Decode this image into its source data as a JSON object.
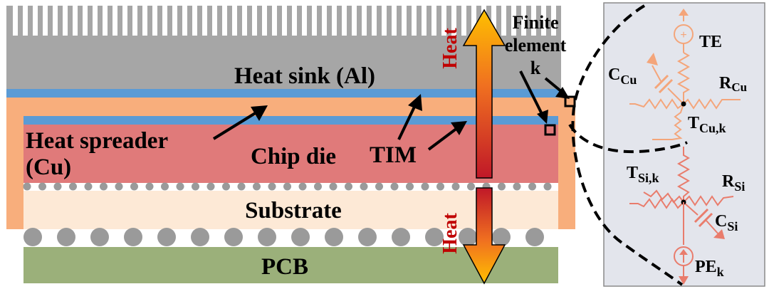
{
  "layers": {
    "heat_sink": "Heat sink (Al)",
    "heat_spreader_line1": "Heat spreader",
    "heat_spreader_line2": "(Cu)",
    "chip_die": "Chip die",
    "tim": "TIM",
    "substrate": "Substrate",
    "pcb": "PCB"
  },
  "heat_flow": {
    "up_label": "Heat",
    "down_label": "Heat"
  },
  "finite_element": {
    "line1": "Finite",
    "line2": "element",
    "line3": "k"
  },
  "circuit": {
    "te": "TE",
    "c_cu": {
      "main": "C",
      "sub": "Cu"
    },
    "r_cu": {
      "main": "R",
      "sub": "Cu"
    },
    "t_cu_k": {
      "main": "T",
      "sub": "Cu,k"
    },
    "t_si_k": {
      "main": "T",
      "sub": "Si,k"
    },
    "r_si": {
      "main": "R",
      "sub": "Si"
    },
    "c_si": {
      "main": "C",
      "sub": "Si"
    },
    "pe_k": {
      "main": "PE",
      "sub": "k"
    }
  },
  "colors": {
    "heat_sink": "#a6a6a6",
    "tim": "#5b9bd5",
    "spreader": "#f8ae7c",
    "die": "#e07a7a",
    "substrate": "#fde9d6",
    "pcb": "#9bb07a",
    "bump": "#9a9a9a",
    "panel": "#e3e5ec",
    "cu_circuit": "#f4a57a",
    "si_circuit": "#e97c6c",
    "heat_text": "#c00000"
  }
}
